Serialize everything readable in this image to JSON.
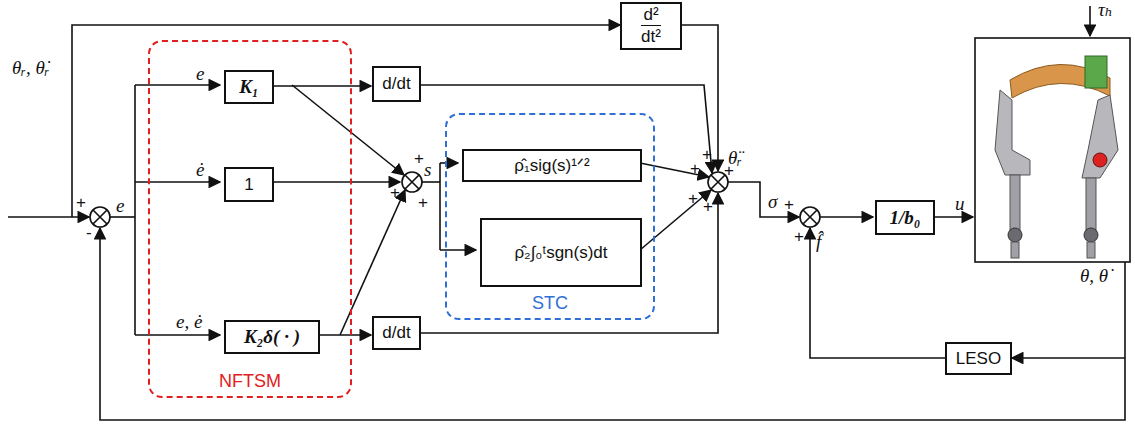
{
  "diagram": {
    "nodes": [
      {
        "text": [
          "NFTSM"
        ]
      },
      {
        "text": [
          "K₁"
        ],
        "in": 0
      },
      {
        "text": [
          "1"
        ],
        "in": 0
      },
      {
        "text": [
          "K₂δ( · )"
        ],
        "in": 0
      },
      {
        "text": [
          "STC"
        ]
      },
      {
        "text": [
          "ρ̂₁sig(s)¹ᐟ²"
        ],
        "in": 4
      },
      {
        "text": [
          "ρ̂₂∫₀ᵗsgn(s)dt"
        ],
        "in": 4
      },
      {
        "text": [
          "d/dt"
        ]
      },
      {
        "text": [
          "d/dt"
        ]
      },
      {
        "text": [
          "d²",
          "dt²"
        ]
      },
      {
        "text": [
          "1/b₀"
        ]
      },
      {
        "text": [
          "LESO"
        ]
      }
    ],
    "edges": [
      {
        "from": 1,
        "to": 7,
        "arrow": "to"
      },
      {
        "from": 3,
        "to": 8,
        "arrow": "to"
      }
    ],
    "labels": [
      "θᵣ, θ̇ᵣ",
      "+",
      "-",
      "e",
      "e",
      "ė",
      "e, ė",
      "+",
      "+",
      "+",
      "s",
      "+",
      "+",
      "+",
      "+",
      "+",
      "θ̈ᵣ",
      "σ",
      "+",
      "+",
      "f̂",
      "u",
      "τₕ",
      "θ, θ̇"
    ]
  }
}
